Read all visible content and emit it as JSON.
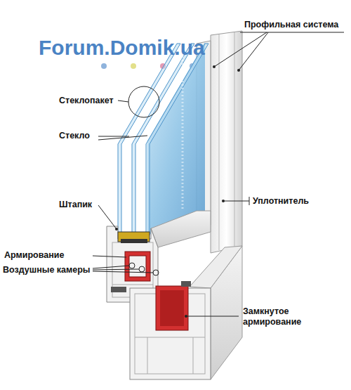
{
  "diagram": {
    "labels": [
      "Forum.Domik.ua",
      "Профильная система",
      "Стеклопакет",
      "Стекло",
      "Штапик",
      "Уплотнитель",
      "Армирование",
      "Воздушные камеры",
      "Замкнутое армирование"
    ]
  }
}
